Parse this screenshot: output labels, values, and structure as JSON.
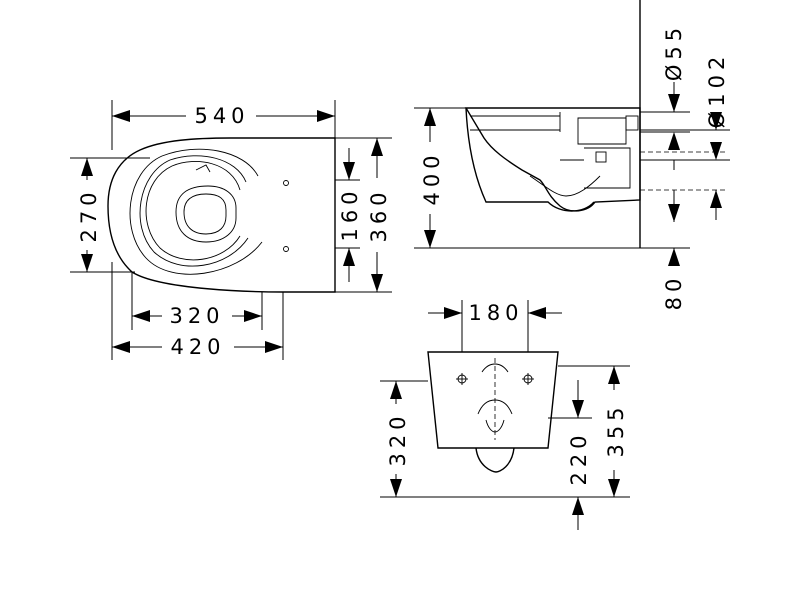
{
  "dimensions": {
    "top_width": "540",
    "top_depth_inner": "270",
    "top_height_160": "160",
    "top_height_360": "360",
    "top_inner_320": "320",
    "top_overall_420": "420",
    "side_height_400": "400",
    "side_dia_55": "Ø55",
    "side_dia_102": "Ø102",
    "side_offset_80": "80",
    "front_fix_180": "180",
    "front_height_320": "320",
    "front_height_220": "220",
    "front_height_355": "355"
  }
}
